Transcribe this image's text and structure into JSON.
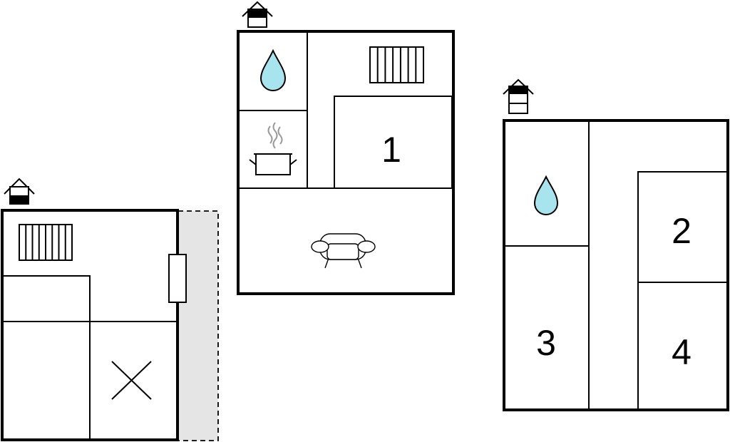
{
  "floorplan": {
    "colors": {
      "wall": "#000000",
      "water": "#a8e4ee",
      "terrace": "#e5e5e5",
      "steam": "#999999",
      "background": "#ffffff"
    },
    "levels": [
      {
        "level_icon": "house-level-icon-ground",
        "features": [
          "radiator-icon",
          "door",
          "terrace",
          "cross-mark-icon"
        ]
      },
      {
        "level_icon": "house-level-icon-1",
        "features": [
          "water-drop-icon",
          "cooking-pot-icon",
          "radiator-icon",
          "sofa-icon"
        ],
        "room_numbers": [
          "1"
        ]
      },
      {
        "level_icon": "house-level-icon-2",
        "features": [
          "water-drop-icon"
        ],
        "room_numbers": [
          "2",
          "3",
          "4"
        ]
      }
    ]
  }
}
